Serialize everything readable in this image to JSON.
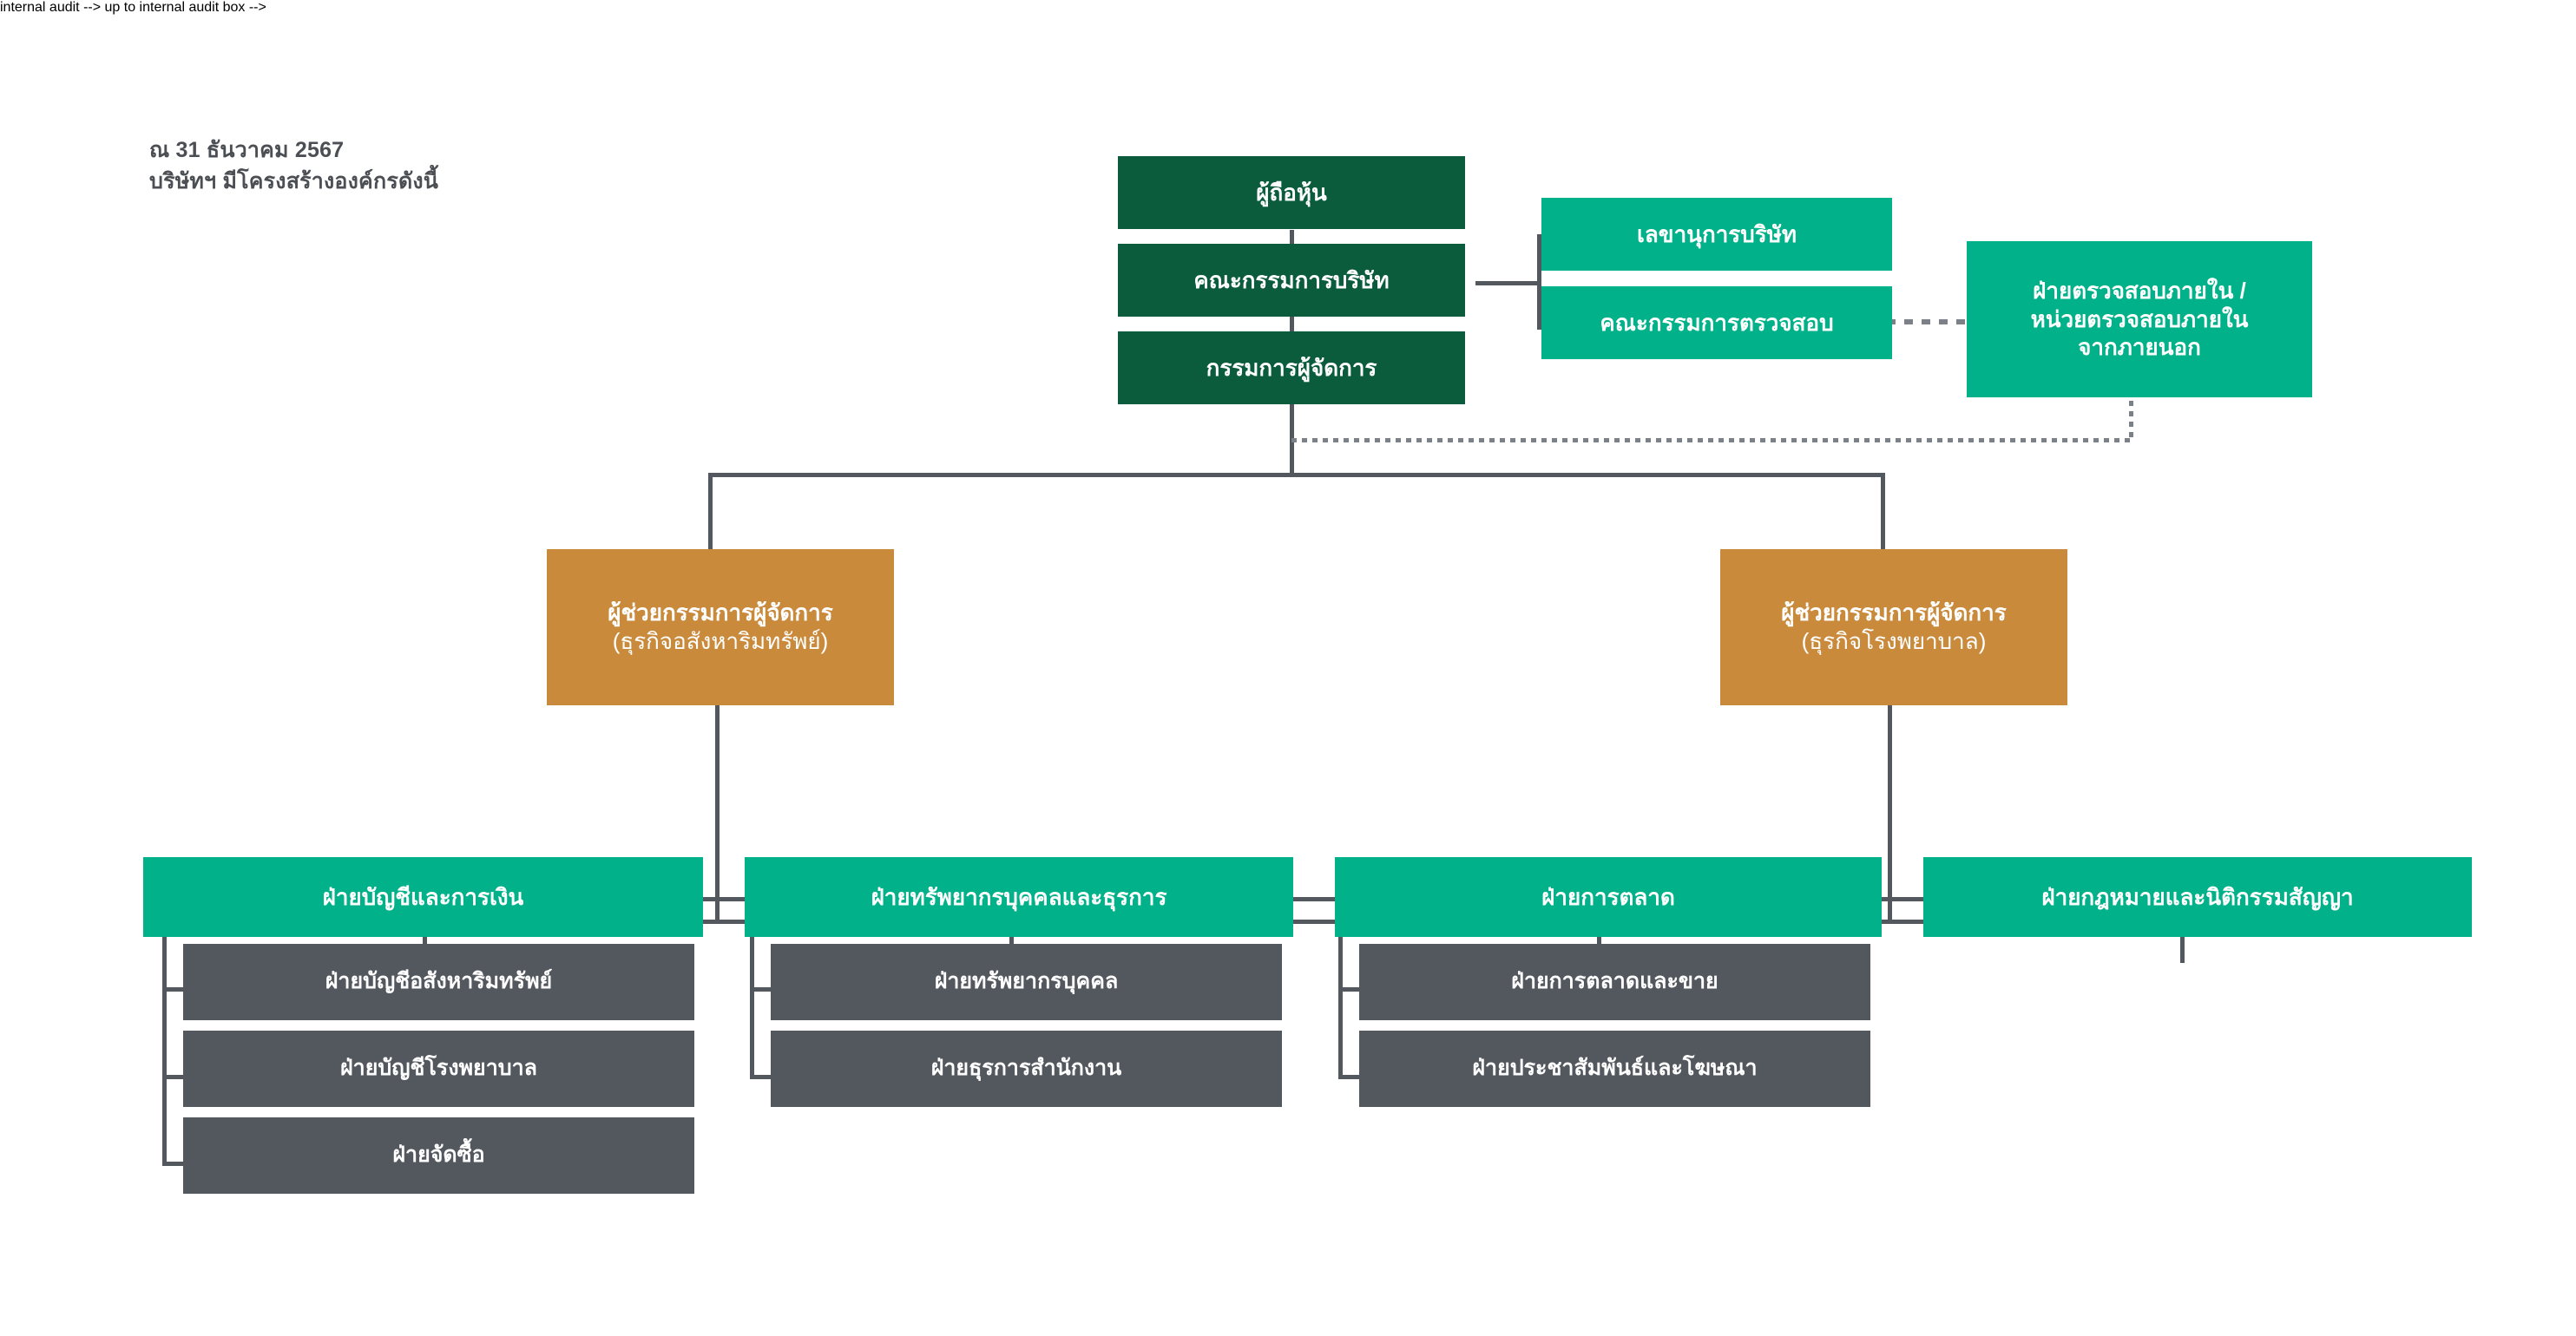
{
  "header": {
    "line1": "ณ 31 ธันวาคม 2567",
    "line2": "บริษัทฯ มีโครงสร้างองค์กรดังนี้"
  },
  "colors": {
    "dark_green": "#0a5c3c",
    "teal": "#00b189",
    "orange": "#ca8a3c",
    "gray_box": "#53585f",
    "connector": "#53585f",
    "dotted": "#7c8187",
    "text_dark": "#4b4f54",
    "background": "#ffffff"
  },
  "nodes": {
    "shareholders": {
      "label": "ผู้ถือหุ้น"
    },
    "board_of_directors": {
      "label": "คณะกรรมการบริษัท"
    },
    "managing_director": {
      "label": "กรรมการผู้จัดการ"
    },
    "company_secretary": {
      "label": "เลขานุการบริษัท"
    },
    "audit_committee": {
      "label": "คณะกรรมการตรวจสอบ"
    },
    "internal_audit": {
      "line1": "ฝ่ายตรวจสอบภายใน /",
      "line2": "หน่วยตรวจสอบภายใน",
      "line3": "จากภายนอก"
    },
    "avp_realestate": {
      "title": "ผู้ช่วยกรรมการผู้จัดการ",
      "subtitle": "(ธุรกิจอสังหาริมทรัพย์)"
    },
    "avp_hospital": {
      "title": "ผู้ช่วยกรรมการผู้จัดการ",
      "subtitle": "(ธุรกิจโรงพยาบาล)"
    }
  },
  "departments": [
    {
      "label": "ฝ่ายบัญชีและการเงิน",
      "children": [
        {
          "label": "ฝ่ายบัญชีอสังหาริมทรัพย์"
        },
        {
          "label": "ฝ่ายบัญชีโรงพยาบาล"
        },
        {
          "label": "ฝ่ายจัดซื้อ"
        }
      ]
    },
    {
      "label": "ฝ่ายทรัพยากรบุคคลและธุรการ",
      "children": [
        {
          "label": "ฝ่ายทรัพยากรบุคคล"
        },
        {
          "label": "ฝ่ายธุรการสำนักงาน"
        }
      ]
    },
    {
      "label": "ฝ่ายการตลาด",
      "children": [
        {
          "label": "ฝ่ายการตลาดและขาย"
        },
        {
          "label": "ฝ่ายประชาสัมพันธ์และโฆษณา"
        }
      ]
    },
    {
      "label": "ฝ่ายกฎหมายและนิติกรรมสัญญา",
      "children": []
    }
  ]
}
